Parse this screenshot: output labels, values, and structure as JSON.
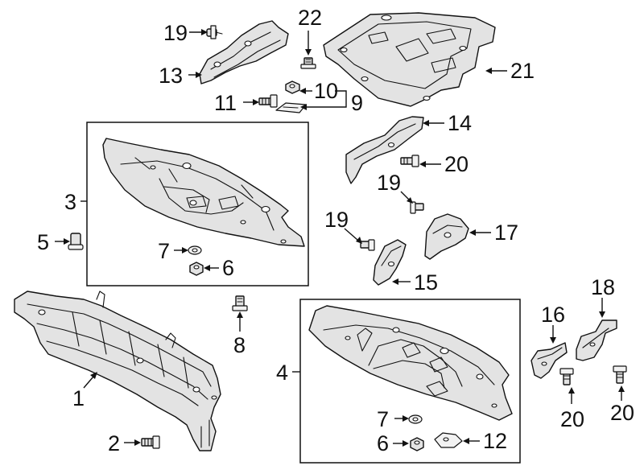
{
  "callouts": {
    "c1": "1",
    "c2": "2",
    "c3": "3",
    "c4": "4",
    "c5": "5",
    "c6a": "6",
    "c6b": "6",
    "c7a": "7",
    "c7b": "7",
    "c8": "8",
    "c9": "9",
    "c10": "10",
    "c11": "11",
    "c12": "12",
    "c13": "13",
    "c14": "14",
    "c15": "15",
    "c16": "16",
    "c17": "17",
    "c18": "18",
    "c19a": "19",
    "c19b": "19",
    "c19c": "19",
    "c20a": "20",
    "c20b": "20",
    "c20c": "20",
    "c21": "21",
    "c22": "22"
  }
}
